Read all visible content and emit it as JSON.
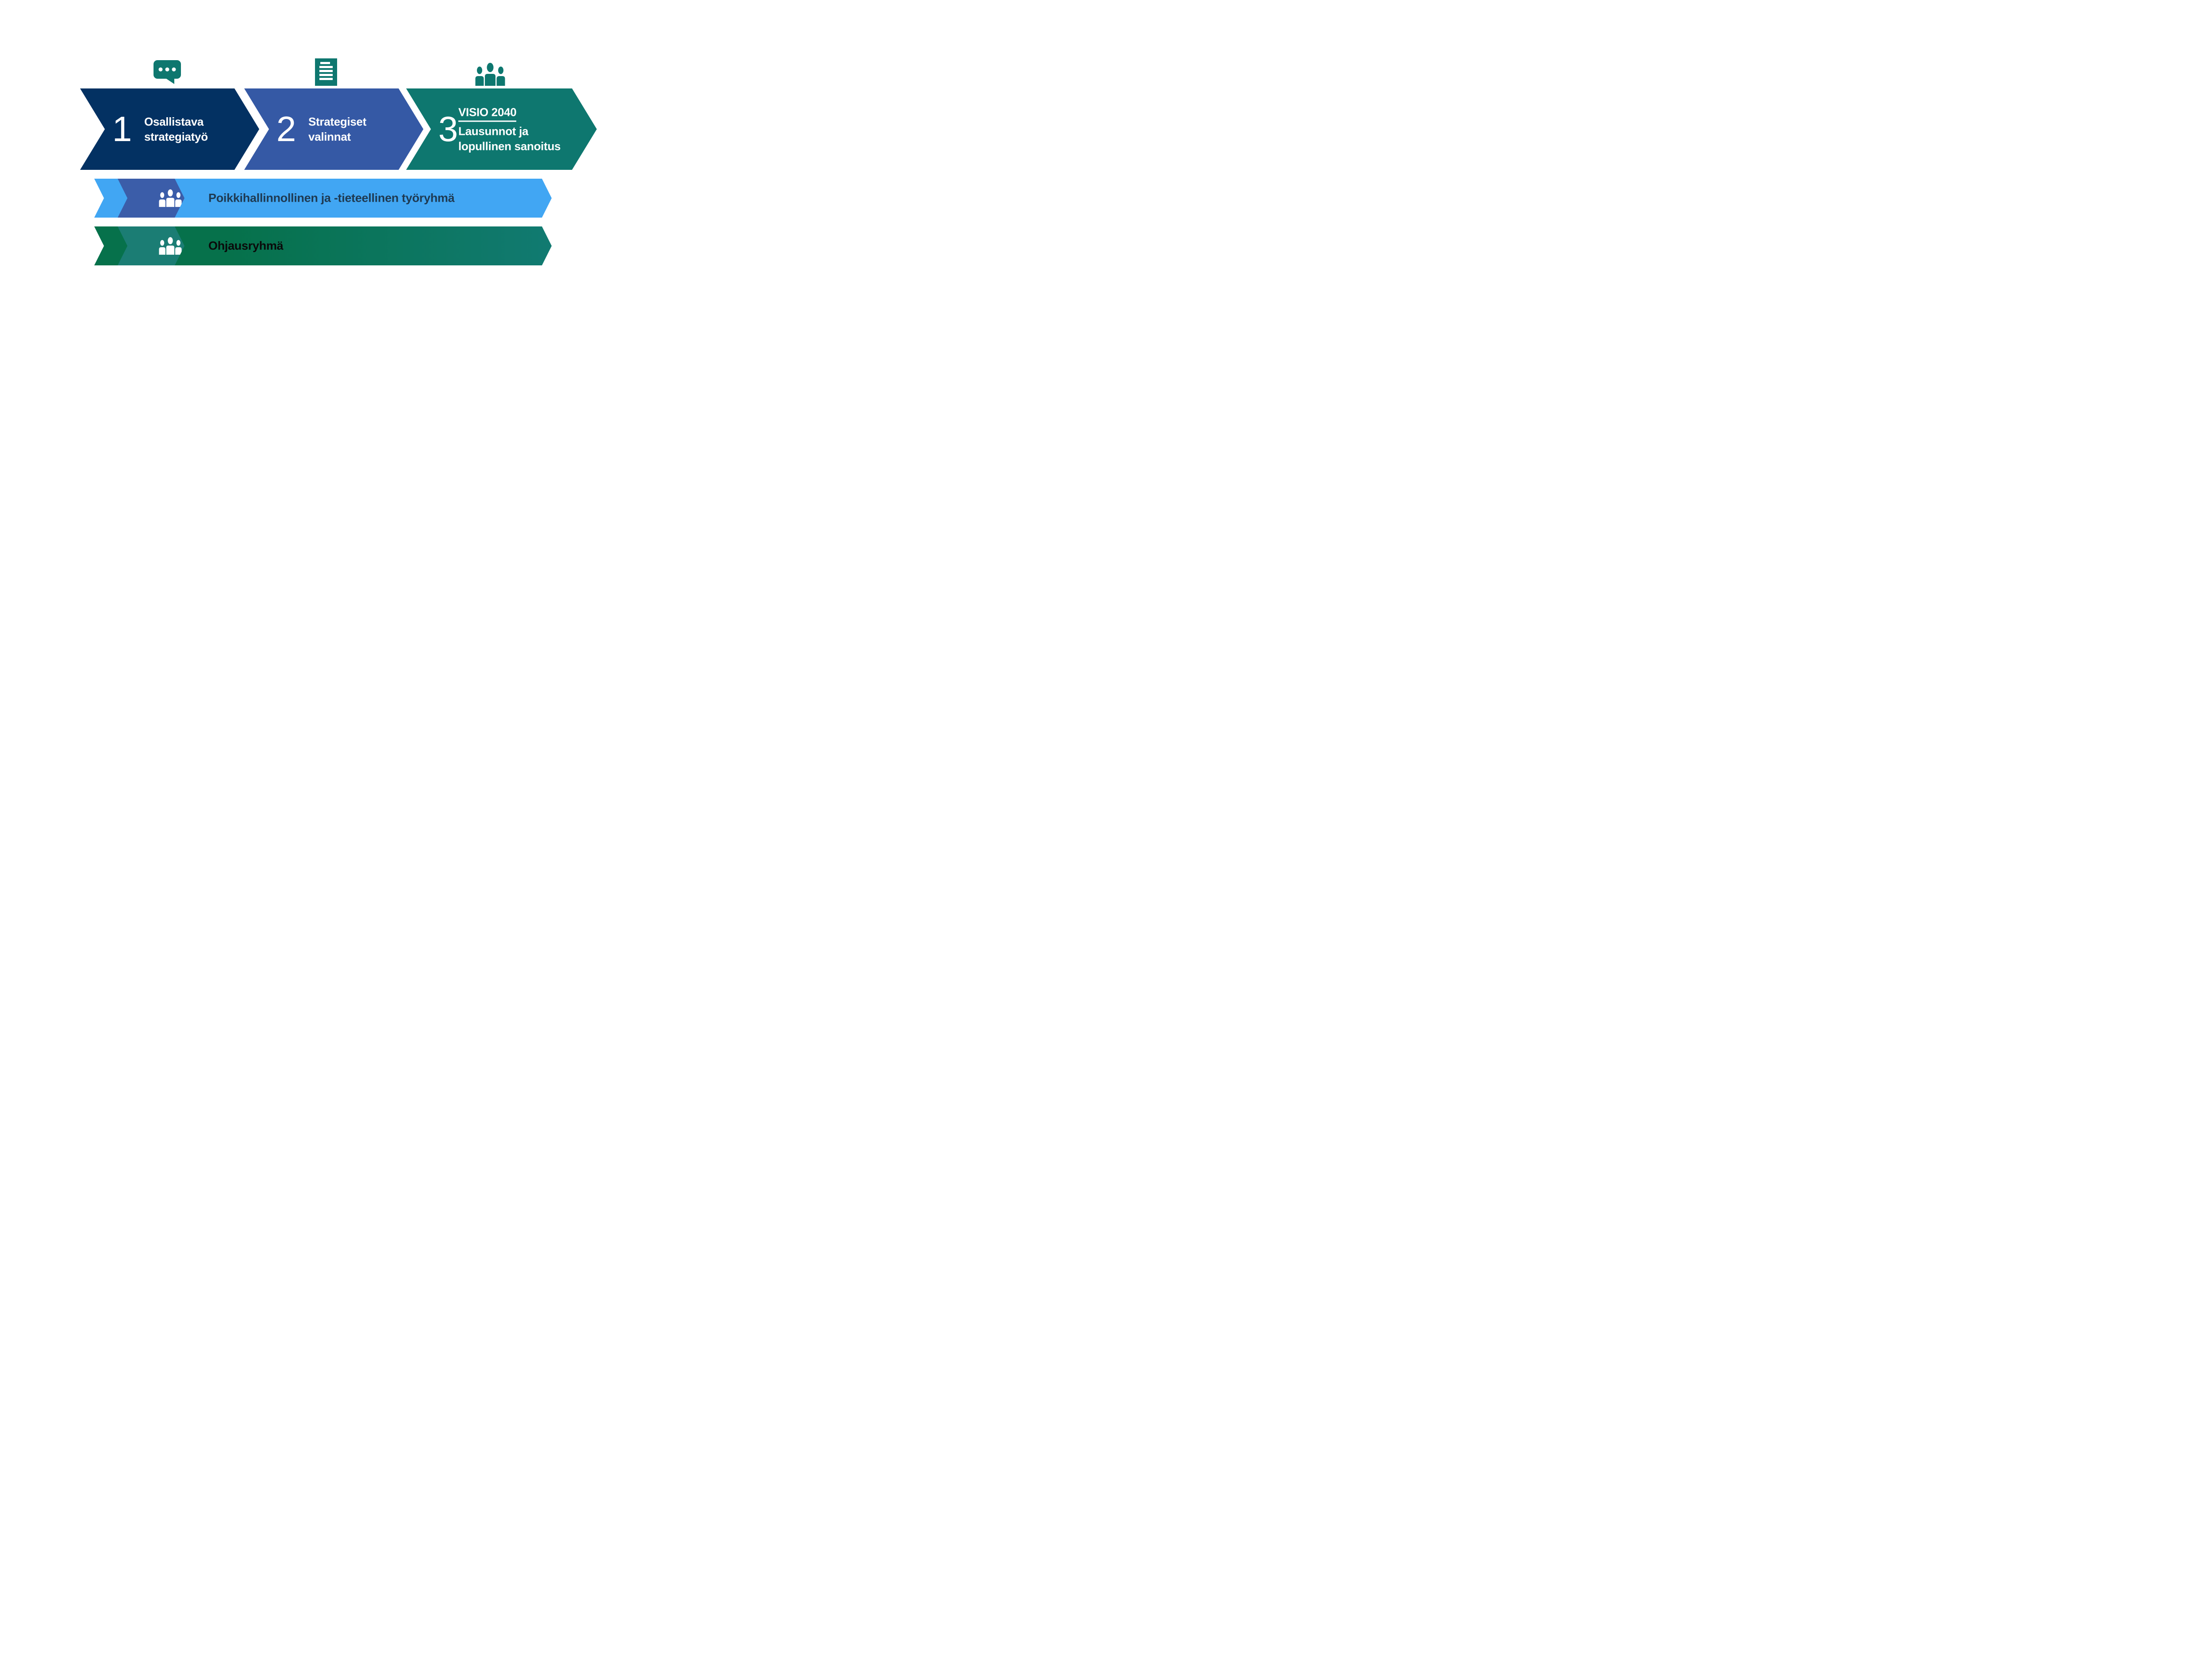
{
  "colors": {
    "navy": "#033162",
    "royal": "#3559a5",
    "teal": "#0e776f",
    "lightblue": "#41a6f3",
    "band_blue": "#3b5da9",
    "green_dark": "#06714b",
    "green_teal": "#117a71",
    "band_teal": "#1b7d74",
    "banner1_text": "#1e3a52",
    "banner2_text": "#0a0a0a"
  },
  "steps": [
    {
      "number": "1",
      "lines": [
        "Osallistava",
        "strategiatyö"
      ],
      "icon": "speech-bubble-icon"
    },
    {
      "number": "2",
      "lines": [
        "Strategiset",
        "valinnat"
      ],
      "icon": "document-icon"
    },
    {
      "number": "3",
      "heading": "VISIO 2040",
      "lines": [
        "Lausunnot ja",
        "lopullinen sanoitus"
      ],
      "icon": "people-icon"
    }
  ],
  "banners": [
    {
      "label": "Poikkihallinnollinen ja -tieteellinen työryhmä",
      "icon": "people-icon"
    },
    {
      "label": "Ohjausryhmä",
      "icon": "people-icon"
    }
  ]
}
